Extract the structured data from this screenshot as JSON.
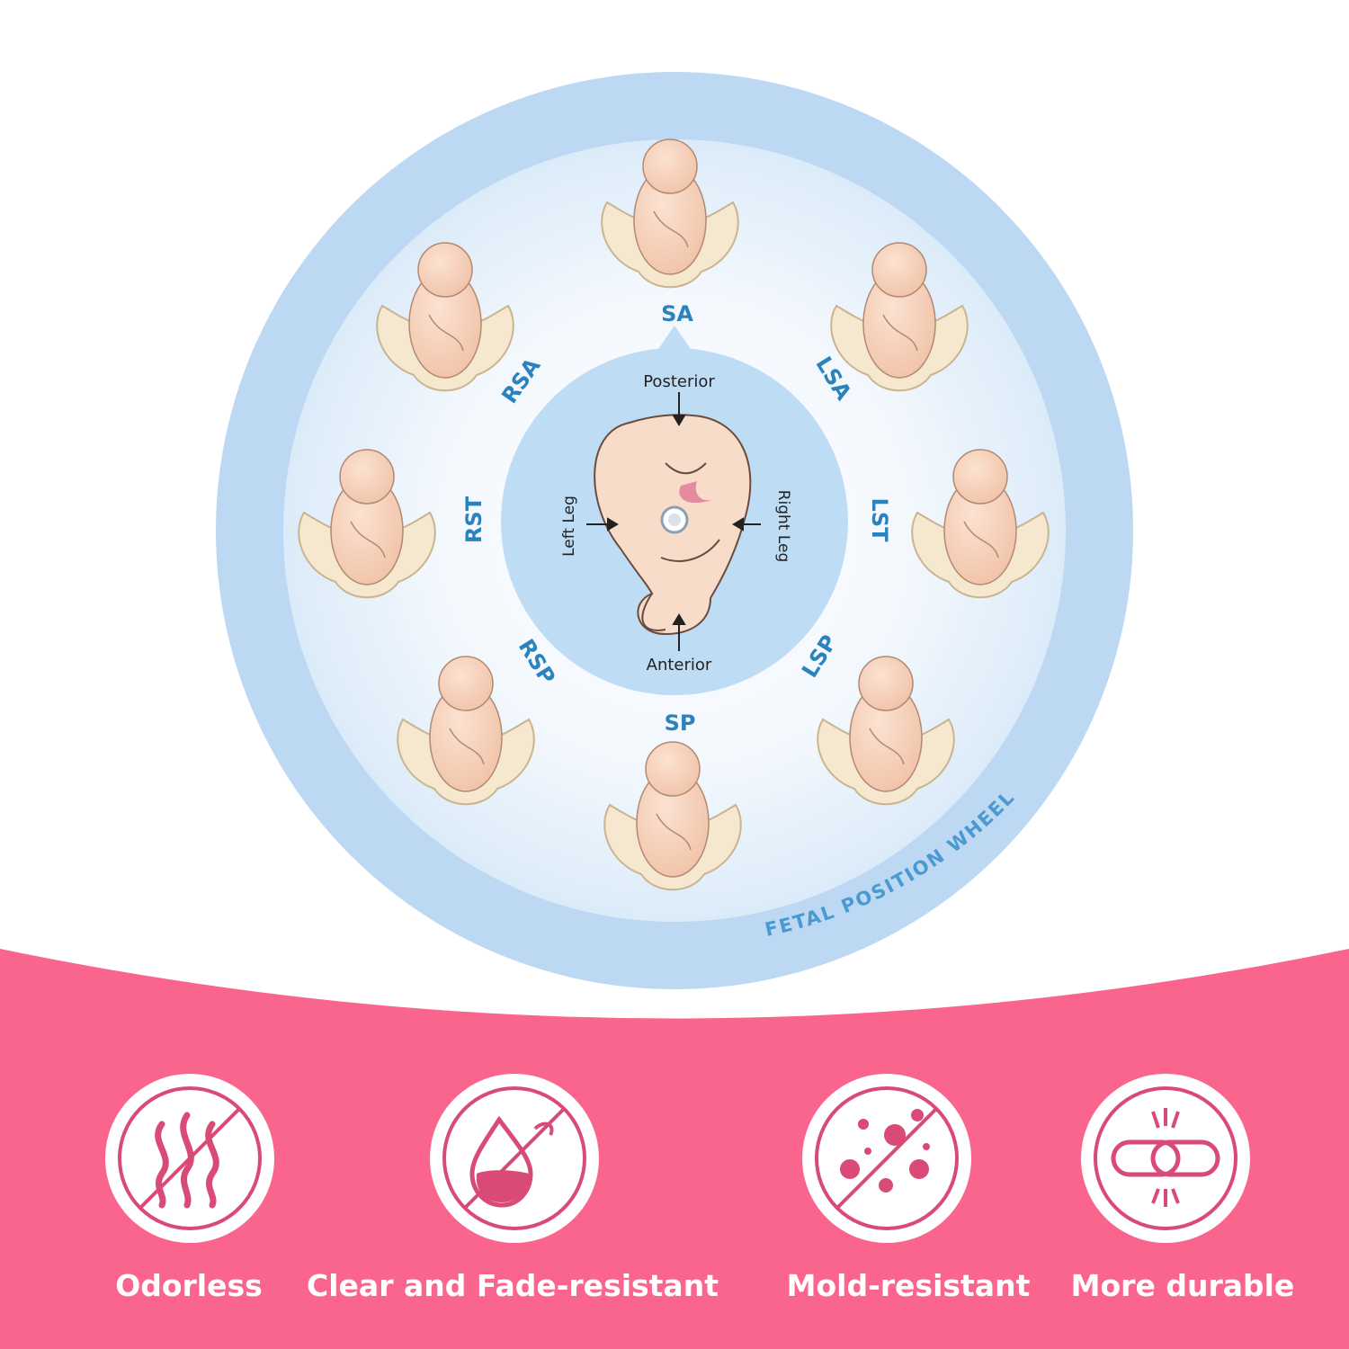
{
  "wheel": {
    "title": "FETAL POSITION WHEEL",
    "positions": [
      {
        "code": "SA"
      },
      {
        "code": "LSA"
      },
      {
        "code": "LST"
      },
      {
        "code": "LSP"
      },
      {
        "code": "SP"
      },
      {
        "code": "RSP"
      },
      {
        "code": "RST"
      },
      {
        "code": "RSA"
      }
    ],
    "center": {
      "posterior": "Posterior",
      "anterior": "Anterior",
      "left_leg": "Left Leg",
      "right_leg": "Right Leg"
    }
  },
  "features": [
    {
      "label": "Odorless",
      "icon": "odorless-icon"
    },
    {
      "label": "Clear and Fade-resistant",
      "icon": "fade-resistant-icon"
    },
    {
      "label": "Mold-resistant",
      "icon": "mold-resistant-icon"
    },
    {
      "label": "More durable",
      "icon": "durable-icon"
    }
  ],
  "colors": {
    "pink": "#fa658d",
    "ring_outer": "#bcd8f2",
    "ring_inner": "#e6f1fb",
    "center": "#bfdcf5",
    "label_blue": "#2a83bd",
    "skin": "#f7d4bf",
    "pelvis": "#f6e8cf"
  }
}
